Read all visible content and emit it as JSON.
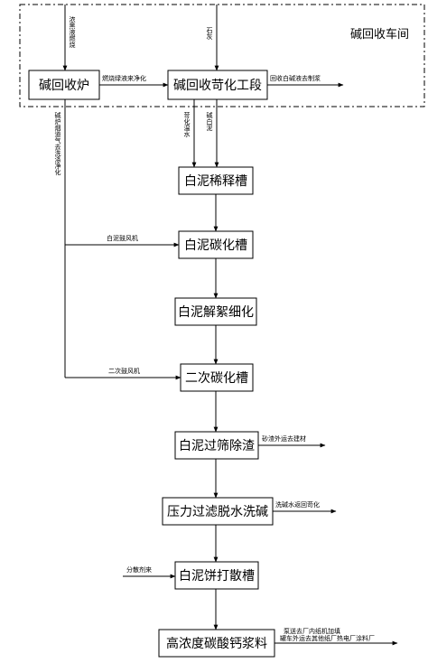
{
  "workshop_title": "碱回收车间",
  "nodes": {
    "furnace": "碱回收炉",
    "causticizing": "碱回收苛化工段",
    "dilution": "白泥稀释槽",
    "carbonation1": "白泥碳化槽",
    "deflocculation": "白泥解絮细化",
    "carbonation2": "二次碳化槽",
    "screening": "白泥过筛除渣",
    "filtration": "压力过滤脱水洗碱",
    "breakup": "白泥饼打散槽",
    "slurry": "高浓度碳酸钙浆料"
  },
  "labels": {
    "furnace_input": "浓黑液燃烧",
    "causticizing_input": "石灰",
    "green_liquor": "燃烧绿液来净化",
    "white_liquor_out": "回收白碱液去制浆",
    "flue_gas": "碱炉烟道气去洗涤净化",
    "dilution_water": "苛化温水",
    "white_mud": "碱白泥",
    "blower1": "白泥鼓风机",
    "blower2": "二次鼓风机",
    "sand_out": "砂渣外运去建材",
    "wash_out": "洗碱水返回苛化",
    "dispersant": "分散剂来",
    "slurry_out_1": "泵送去厂内纸机加填",
    "slurry_out_2": "罐车外运去其他纸厂热电厂涂料厂"
  }
}
